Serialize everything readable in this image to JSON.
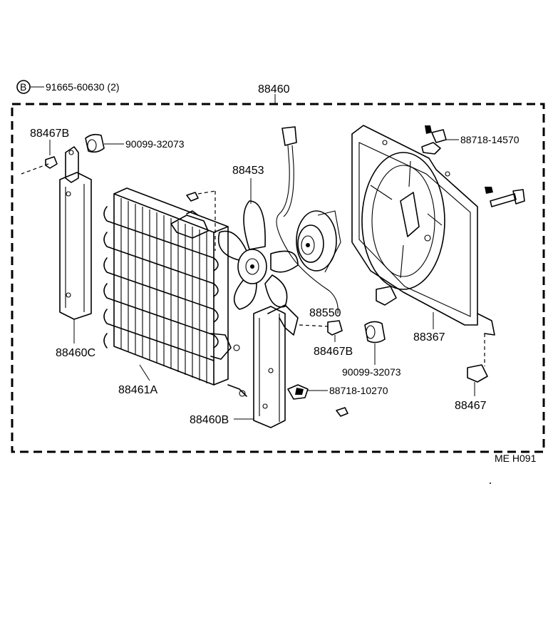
{
  "diagram": {
    "assembly_label": "88460",
    "footer_code": "ME   H091",
    "bolt_marker": {
      "symbol": "B",
      "text": "91665-60630 (2)"
    },
    "callouts": {
      "bracket_left_nut": "88467B",
      "bushing_top": "90099-32073",
      "clip_top_right": "88718-14570",
      "fan_blade": "88453",
      "fan_motor": "88550",
      "shroud": "88367",
      "bracket_left": "88460C",
      "bracket_nut_center": "88467B",
      "bushing_center": "90099-32073",
      "clip_center": "88718-10270",
      "condenser": "88461A",
      "bracket_center": "88460B",
      "cushion": "88467"
    }
  }
}
